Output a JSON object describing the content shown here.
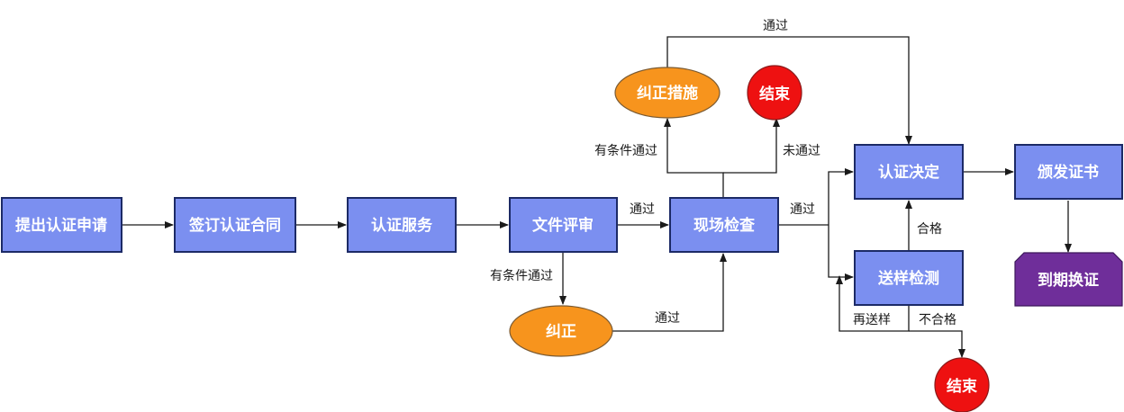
{
  "nodes": {
    "apply": "提出认证申请",
    "contract": "签订认证合同",
    "service": "认证服务",
    "review": "文件评审",
    "onsite": "现场检查",
    "decision": "认证决定",
    "issue": "颁发证书",
    "renew": "到期换证",
    "sample": "送样检测",
    "measures": "纠正措施",
    "correct": "纠正",
    "end_top": "结束",
    "end_bottom": "结束"
  },
  "edges": {
    "review_to_onsite": "通过",
    "review_to_correct": "有条件通过",
    "correct_to_onsite": "通过",
    "onsite_to_measures": "有条件通过",
    "onsite_to_end": "未通过",
    "measures_to_decision": "通过",
    "onsite_to_decision": "通过",
    "sample_to_decision": "合格",
    "resend": "再送样",
    "sample_to_end": "不合格"
  },
  "colors": {
    "process_box": "#7b8ff0",
    "conditional_oval": "#f7941d",
    "end_circle": "#ee1111",
    "terminal_box": "#6f2e9a",
    "arrow": "#1a1a1a"
  }
}
